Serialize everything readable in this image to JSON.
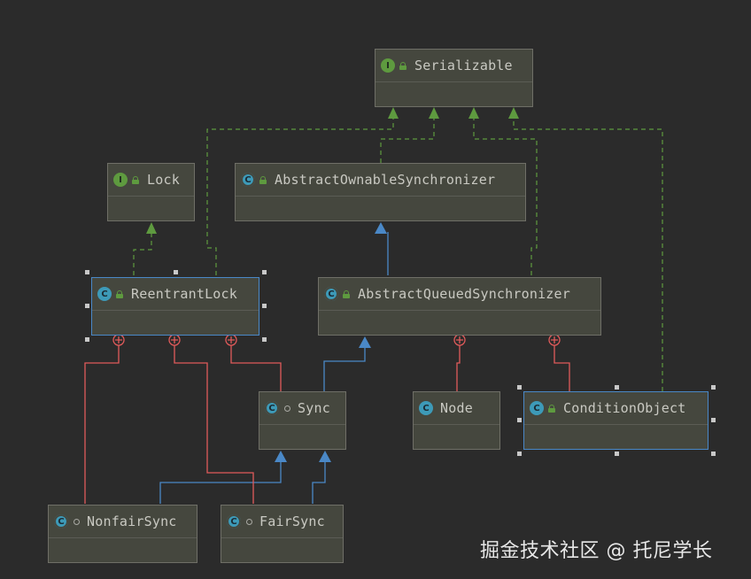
{
  "nodes": {
    "serializable": {
      "name": "Serializable",
      "kind": "interface"
    },
    "lock": {
      "name": "Lock",
      "kind": "interface"
    },
    "aos": {
      "name": "AbstractOwnableSynchronizer",
      "kind": "abstract-class"
    },
    "reentrant": {
      "name": "ReentrantLock",
      "kind": "class"
    },
    "aqs": {
      "name": "AbstractQueuedSynchronizer",
      "kind": "abstract-class"
    },
    "sync": {
      "name": "Sync",
      "kind": "abstract-class"
    },
    "node": {
      "name": "Node",
      "kind": "class"
    },
    "condition": {
      "name": "ConditionObject",
      "kind": "class"
    },
    "nonfair": {
      "name": "NonfairSync",
      "kind": "class"
    },
    "fair": {
      "name": "FairSync",
      "kind": "class"
    }
  },
  "colors": {
    "background": "#2b2b2b",
    "implements_edge": "#5e9a3f",
    "extends_edge": "#4a88c7",
    "inner_class_edge": "#e05a5a",
    "selected_border": "#4a88c7"
  },
  "watermark": "掘金技术社区 @ 托尼学长"
}
